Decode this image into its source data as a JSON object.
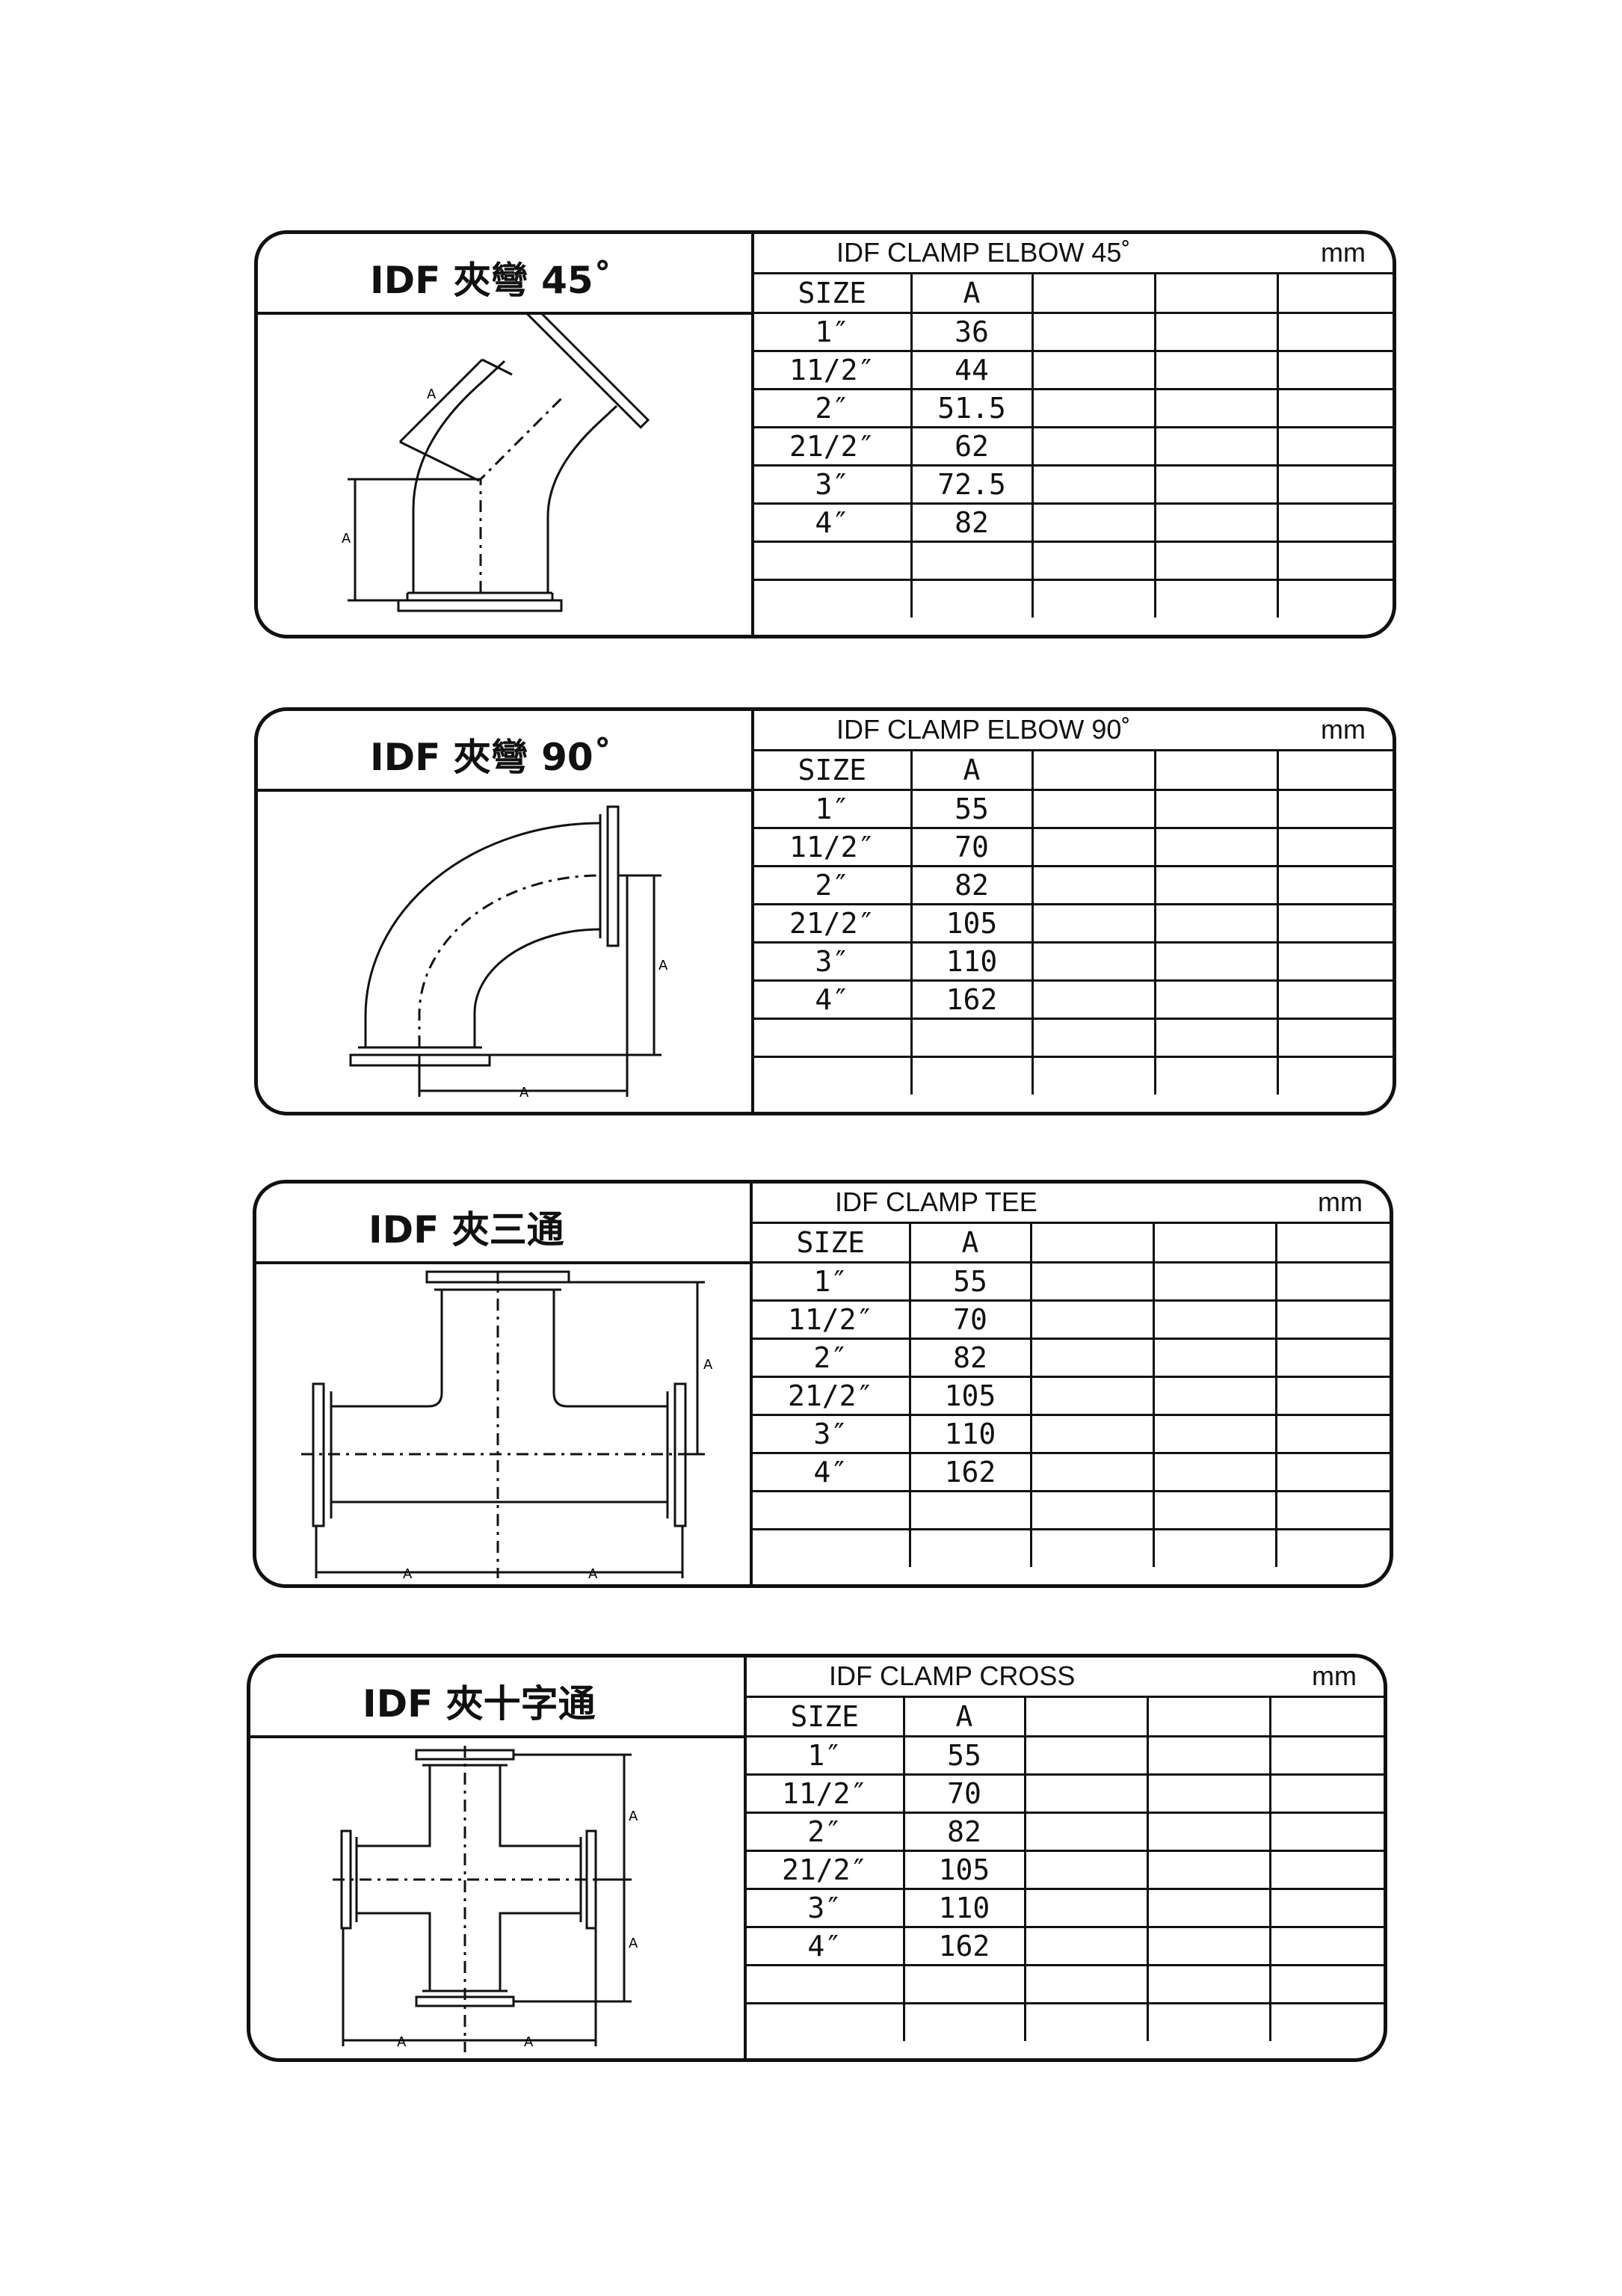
{
  "sections": [
    {
      "label_cn": "IDF 夾彎  45˚",
      "table_title": "IDF CLAMP ELBOW  45˚",
      "unit": "mm",
      "headers": [
        "SIZE",
        "A",
        "",
        "",
        ""
      ],
      "rows": [
        [
          "1″",
          "36"
        ],
        [
          "11/2″",
          "44"
        ],
        [
          "2″",
          "51.5"
        ],
        [
          "21/2″",
          "62"
        ],
        [
          "3″",
          "72.5"
        ],
        [
          "4″",
          "82"
        ],
        [
          "",
          ""
        ],
        [
          "",
          ""
        ]
      ],
      "dim_label": "A"
    },
    {
      "label_cn": "IDF 夾彎  90˚",
      "table_title": "IDF CLAMP ELBOW  90˚",
      "unit": "mm",
      "headers": [
        "SIZE",
        "A",
        "",
        "",
        ""
      ],
      "rows": [
        [
          "1″",
          "55"
        ],
        [
          "11/2″",
          "70"
        ],
        [
          "2″",
          "82"
        ],
        [
          "21/2″",
          "105"
        ],
        [
          "3″",
          "110"
        ],
        [
          "4″",
          "162"
        ],
        [
          "",
          ""
        ],
        [
          "",
          ""
        ]
      ],
      "dim_label": "A"
    },
    {
      "label_cn": "IDF 夾三通",
      "table_title": "IDF CLAMP TEE",
      "unit": "mm",
      "headers": [
        "SIZE",
        "A",
        "",
        "",
        ""
      ],
      "rows": [
        [
          "1″",
          "55"
        ],
        [
          "11/2″",
          "70"
        ],
        [
          "2″",
          "82"
        ],
        [
          "21/2″",
          "105"
        ],
        [
          "3″",
          "110"
        ],
        [
          "4″",
          "162"
        ],
        [
          "",
          ""
        ],
        [
          "",
          ""
        ]
      ],
      "dim_label": "A"
    },
    {
      "label_cn": "IDF 夾十字通",
      "table_title": "IDF CLAMP CROSS",
      "unit": "mm",
      "headers": [
        "SIZE",
        "A",
        "",
        "",
        ""
      ],
      "rows": [
        [
          "1″",
          "55"
        ],
        [
          "11/2″",
          "70"
        ],
        [
          "2″",
          "82"
        ],
        [
          "21/2″",
          "105"
        ],
        [
          "3″",
          "110"
        ],
        [
          "4″",
          "162"
        ],
        [
          "",
          ""
        ],
        [
          "",
          ""
        ]
      ],
      "dim_label": "A"
    }
  ]
}
